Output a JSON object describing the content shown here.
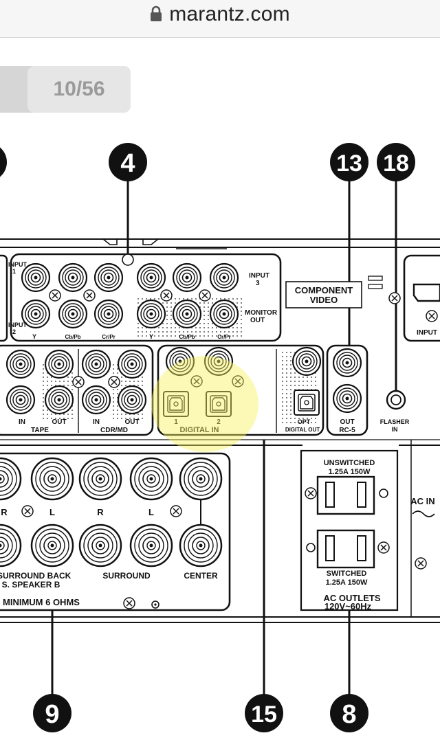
{
  "browser": {
    "url": "marantz.com"
  },
  "pager": {
    "label": "10/56"
  },
  "diagram": {
    "callouts": [
      "4",
      "13",
      "18",
      "9",
      "15",
      "8"
    ],
    "labels": {
      "input1_a": "INPUT",
      "input1_b": "1",
      "input2_a": "INPUT",
      "input2_b": "2",
      "input3_a": "INPUT",
      "input3_b": "3",
      "monitor_a": "MONITOR",
      "monitor_b": "OUT",
      "y1": "Y",
      "cb1": "Cb/Pb",
      "cr1": "Cr/Pr",
      "y2": "Y",
      "cb2": "Cb/Pb",
      "cr2": "Cr/Pr",
      "component_a": "COMPONENT",
      "component_b": "VIDEO",
      "in_tape": "IN",
      "out_tape": "OUT",
      "tape": "TAPE",
      "in_cdr": "IN",
      "out_cdr": "OUT",
      "cdr": "CDR/MD",
      "d1": "1",
      "d2": "2",
      "digital_in": "DIGITAL IN",
      "opt": "OPT",
      "digital_out": "DIGITAL OUT",
      "rc_out": "OUT",
      "rc5": "RC-5",
      "flasher_a": "FLASHER",
      "flasher_b": "IN",
      "input_right": "INPUT",
      "unsw_a": "UNSWITCHED",
      "unsw_b": "1.25A 150W",
      "sw_a": "SWITCHED",
      "sw_b": "1.25A 150W",
      "ac_outlets": "AC OUTLETS",
      "ac_rating": "120V~60Hz",
      "ac_in": "AC IN",
      "r1": "R",
      "l1": "L",
      "r2": "R",
      "l2": "L",
      "surround_back_a": "SURROUND BACK",
      "surround_back_b": "/ S. SPEAKER B",
      "surround": "SURROUND",
      "center": "CENTER",
      "min_ohms": "MINIMUM 6 OHMS"
    }
  }
}
